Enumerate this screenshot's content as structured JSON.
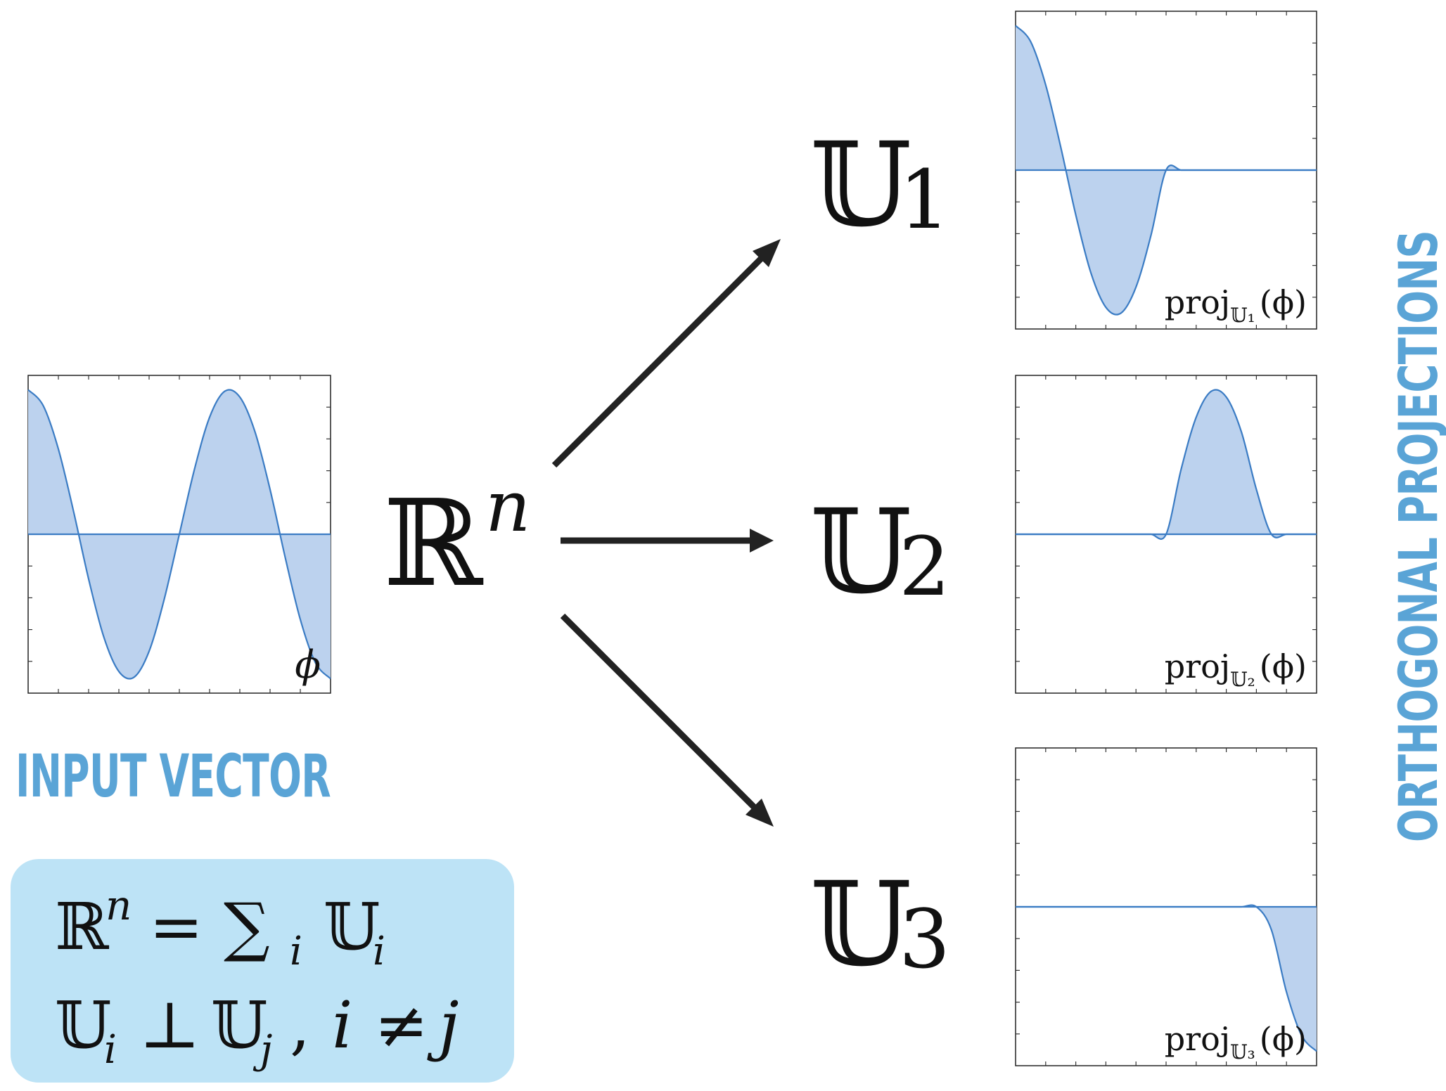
{
  "colors": {
    "accent": "#5aa4d6",
    "panel": "#bde3f6",
    "curve_line": "#3b7cc4",
    "curve_fill": "#bcd2ee"
  },
  "labels": {
    "input_heading": "INPUT VECTOR",
    "output_heading": "ORTHOGONAL PROJECTIONS"
  },
  "math": {
    "space_symbol": "ℝ",
    "space_exponent": "n",
    "subspaces": [
      {
        "symbol": "𝕌",
        "subscript": "1"
      },
      {
        "symbol": "𝕌",
        "subscript": "2"
      },
      {
        "symbol": "𝕌",
        "subscript": "3"
      }
    ],
    "identity_line1": {
      "lhs": "ℝ",
      "lhs_exp": "n",
      "eq": "=",
      "sum": "∑",
      "sum_sub": "i",
      "rhs": "𝕌",
      "rhs_sub": "i"
    },
    "identity_line2": {
      "a": "𝕌",
      "a_sub": "i",
      "perp": "⊥",
      "b": "𝕌",
      "b_sub": "j",
      "comma": ",",
      "i": "i",
      "neq": "≠",
      "j": "j"
    }
  },
  "chart_data": [
    {
      "type": "area",
      "label": "ϕ",
      "label_prefix": "",
      "label_sub": "",
      "function": "cos(3πx) on x∈[0,1]",
      "x": [
        0,
        0.05,
        0.1,
        0.15,
        0.2,
        0.25,
        0.3,
        0.35,
        0.4,
        0.45,
        0.5,
        0.55,
        0.6,
        0.65,
        0.7,
        0.75,
        0.8,
        0.85,
        0.9,
        0.95,
        1
      ],
      "y": [
        1,
        0.89,
        0.59,
        0.16,
        -0.31,
        -0.71,
        -0.95,
        -0.99,
        -0.81,
        -0.45,
        0,
        0.45,
        0.81,
        0.99,
        0.95,
        0.71,
        0.31,
        -0.16,
        -0.59,
        -0.89,
        -1
      ],
      "ylim": [
        -1.1,
        1.1
      ],
      "xlim": [
        0,
        1
      ]
    },
    {
      "type": "area",
      "label": "(ϕ)",
      "label_prefix": "proj",
      "label_sub": "𝕌₁",
      "function": "cos(3πx) for x∈[0,0.5], else 0",
      "x": [
        0,
        0.05,
        0.1,
        0.15,
        0.2,
        0.25,
        0.3,
        0.35,
        0.4,
        0.45,
        0.5,
        0.55,
        0.6,
        0.65,
        0.7,
        0.75,
        0.8,
        0.85,
        0.9,
        0.95,
        1
      ],
      "y": [
        1,
        0.89,
        0.59,
        0.16,
        -0.31,
        -0.71,
        -0.95,
        -0.99,
        -0.81,
        -0.45,
        0,
        0,
        0,
        0,
        0,
        0,
        0,
        0,
        0,
        0,
        0
      ],
      "ylim": [
        -1.1,
        1.1
      ],
      "xlim": [
        0,
        1
      ]
    },
    {
      "type": "area",
      "label": "(ϕ)",
      "label_prefix": "proj",
      "label_sub": "𝕌₂",
      "function": "cos(3πx) for x∈[0.5,0.85], else 0",
      "x": [
        0,
        0.05,
        0.1,
        0.15,
        0.2,
        0.25,
        0.3,
        0.35,
        0.4,
        0.45,
        0.5,
        0.55,
        0.6,
        0.65,
        0.7,
        0.75,
        0.8,
        0.85,
        0.9,
        0.95,
        1
      ],
      "y": [
        0,
        0,
        0,
        0,
        0,
        0,
        0,
        0,
        0,
        0,
        0,
        0.45,
        0.81,
        0.99,
        0.95,
        0.71,
        0.31,
        0,
        0,
        0,
        0
      ],
      "ylim": [
        -1.1,
        1.1
      ],
      "xlim": [
        0,
        1
      ]
    },
    {
      "type": "area",
      "label": "(ϕ)",
      "label_prefix": "proj",
      "label_sub": "𝕌₃",
      "function": "cos(3πx) for x∈[0.85,1], else 0",
      "x": [
        0,
        0.05,
        0.1,
        0.15,
        0.2,
        0.25,
        0.3,
        0.35,
        0.4,
        0.45,
        0.5,
        0.55,
        0.6,
        0.65,
        0.7,
        0.75,
        0.8,
        0.85,
        0.9,
        0.95,
        1
      ],
      "y": [
        0,
        0,
        0,
        0,
        0,
        0,
        0,
        0,
        0,
        0,
        0,
        0,
        0,
        0,
        0,
        0,
        0,
        -0.16,
        -0.59,
        -0.89,
        -1
      ],
      "ylim": [
        -1.1,
        1.1
      ],
      "xlim": [
        0,
        1
      ]
    }
  ]
}
